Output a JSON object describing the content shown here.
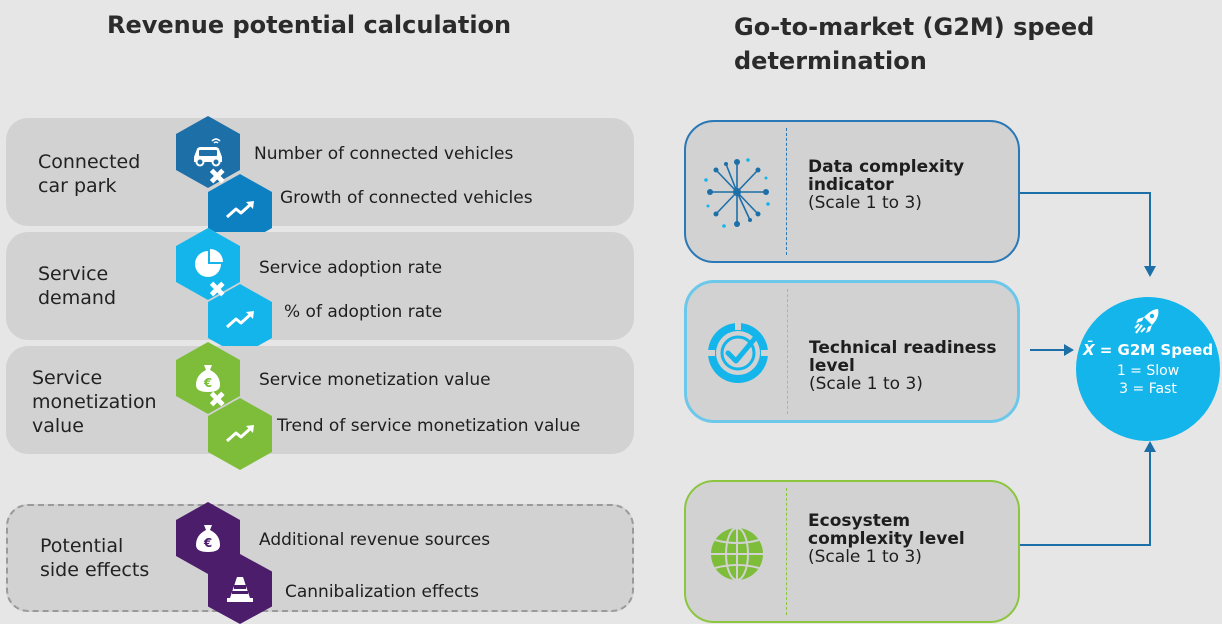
{
  "left_title": "Revenue potential calculation",
  "right_title_line1": "Go-to-market (G2M) speed",
  "right_title_line2": "determination",
  "rows": [
    {
      "label_lines": [
        "Connected",
        "car park"
      ],
      "item1": "Number of connected vehicles",
      "item2": "Growth of connected vehicles",
      "icon1": "car-icon",
      "icon2": "trend-up-icon"
    },
    {
      "label_lines": [
        "Service",
        "demand"
      ],
      "item1": "Service adoption rate",
      "item2": "% of adoption rate",
      "icon1": "pie-chart-icon",
      "icon2": "trend-up-icon"
    },
    {
      "label_lines": [
        "Service",
        "monetization",
        "value"
      ],
      "item1": "Service monetization value",
      "item2": "Trend of service monetization value",
      "icon1": "money-bag-icon",
      "icon2": "trend-up-icon"
    },
    {
      "label_lines": [
        "Potential",
        "side effects"
      ],
      "item1": "Additional revenue sources",
      "item2": "Cannibalization effects",
      "icon1": "money-bag-icon",
      "icon2": "traffic-cone-icon"
    }
  ],
  "times_symbol": "✖",
  "boxes": [
    {
      "title_lines": [
        "Data complexity",
        "indicator"
      ],
      "scale": "(Scale 1 to 3)",
      "icon": "network-burst-icon"
    },
    {
      "title_lines": [
        "Technical readiness",
        "level"
      ],
      "scale": "(Scale 1 to 3)",
      "icon": "check-target-icon"
    },
    {
      "title_lines": [
        "Ecosystem",
        "complexity level"
      ],
      "scale": "(Scale 1 to 3)",
      "icon": "globe-icon"
    }
  ],
  "result": {
    "icon": "rocket-icon",
    "formula_symbol": "X̄",
    "formula_text": " = G2M Speed",
    "line1": "1 = Slow",
    "line2": "3 = Fast"
  },
  "colors": {
    "dark_blue": "#1d6fa8",
    "mid_blue": "#0d80c2",
    "cyan": "#13b5ea",
    "green": "#7dbd3a",
    "purple": "#4b1d6b",
    "box1_border": "#2a78b5",
    "box2_border": "#6cc8ea",
    "box3_border": "#8cc63f"
  }
}
